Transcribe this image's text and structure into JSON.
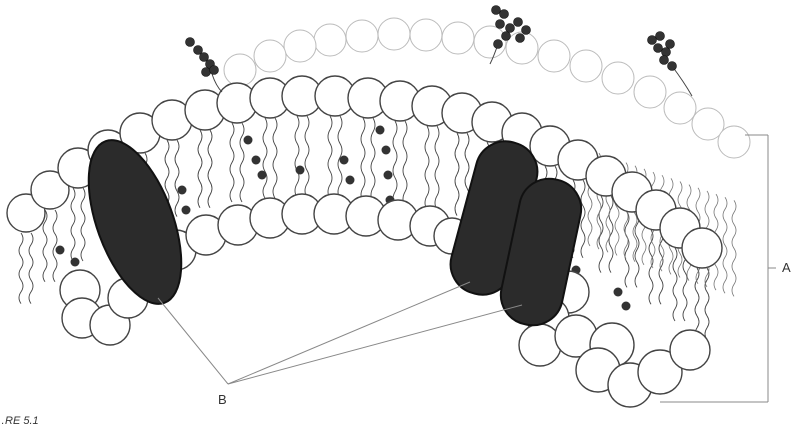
{
  "figure": {
    "labels": {
      "a": "A",
      "b": "B",
      "caption_fragment": "…RE 5.1"
    }
  },
  "colors": {
    "head_fill": "#ffffff",
    "outline": "#444444",
    "protein": "#2b2b2b",
    "carbohydrate": "#333333",
    "leader": "#888888"
  }
}
